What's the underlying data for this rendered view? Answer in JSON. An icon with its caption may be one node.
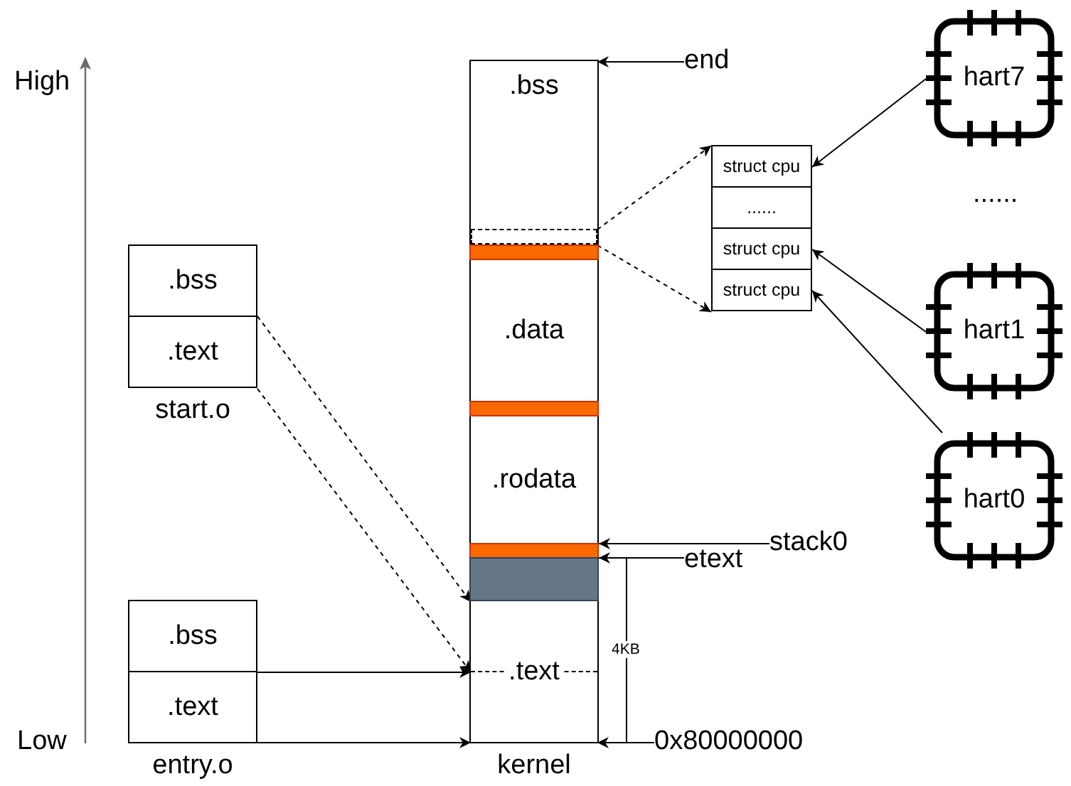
{
  "diagram": {
    "nodes": [
      {
        "text": [
          "start.o"
        ]
      },
      {
        "text": [
          ".bss"
        ],
        "in": 0
      },
      {
        "text": [
          ".text"
        ],
        "in": 0
      },
      {
        "text": [
          "entry.o"
        ]
      },
      {
        "text": [
          ".bss"
        ],
        "in": 3
      },
      {
        "text": [
          ".text"
        ],
        "in": 3
      },
      {
        "text": [
          "kernel"
        ]
      },
      {
        "text": [
          ".bss"
        ],
        "in": 6
      },
      {
        "text": [],
        "shape": "box",
        "in": 7
      },
      {
        "text": [],
        "shape": "bar",
        "in": 6
      },
      {
        "text": [
          ".data"
        ],
        "in": 6
      },
      {
        "text": [],
        "shape": "bar",
        "in": 6
      },
      {
        "text": [
          ".rodata"
        ],
        "in": 6
      },
      {
        "text": [],
        "shape": "bar",
        "in": 6
      },
      {
        "text": [],
        "shape": "bar",
        "in": 6
      },
      {
        "text": [
          ".text"
        ],
        "in": 6
      },
      {
        "text": [
          "end"
        ]
      },
      {
        "text": [
          "stack0"
        ]
      },
      {
        "text": [
          "etext"
        ]
      },
      {
        "text": [
          "0x80000000"
        ]
      },
      {
        "text": [
          "struct cpu"
        ]
      },
      {
        "text": [
          "......"
        ]
      },
      {
        "text": [
          "struct cpu"
        ]
      },
      {
        "text": [
          "struct cpu"
        ]
      },
      {
        "text": [
          "hart7"
        ]
      },
      {
        "text": [
          "hart1"
        ]
      },
      {
        "text": [
          "hart0"
        ]
      }
    ],
    "edges": [
      {
        "from": 2,
        "to": 15,
        "arrow": "to",
        "style": "dashed"
      },
      {
        "from": 2,
        "to": 15,
        "arrow": "to",
        "style": "dashed"
      },
      {
        "from": 5,
        "to": 15,
        "arrow": "to"
      },
      {
        "from": 5,
        "to": 15,
        "arrow": "to"
      },
      {
        "from": 16,
        "to": 7,
        "arrow": "to"
      },
      {
        "from": 17,
        "to": 13,
        "arrow": "to"
      },
      {
        "from": 18,
        "to": 14,
        "arrow": "to"
      },
      {
        "from": 19,
        "to": 15,
        "arrow": "to"
      },
      {
        "from": 8,
        "to": 20,
        "arrow": "to",
        "style": "dashed"
      },
      {
        "from": 8,
        "to": 23,
        "arrow": "to",
        "style": "dashed"
      },
      {
        "from": 24,
        "to": 20,
        "arrow": "to"
      },
      {
        "from": 25,
        "to": 22,
        "arrow": "to"
      },
      {
        "from": 26,
        "to": 23,
        "arrow": "to"
      }
    ],
    "labels": [
      "High",
      "Low",
      "......",
      "4KB"
    ]
  }
}
